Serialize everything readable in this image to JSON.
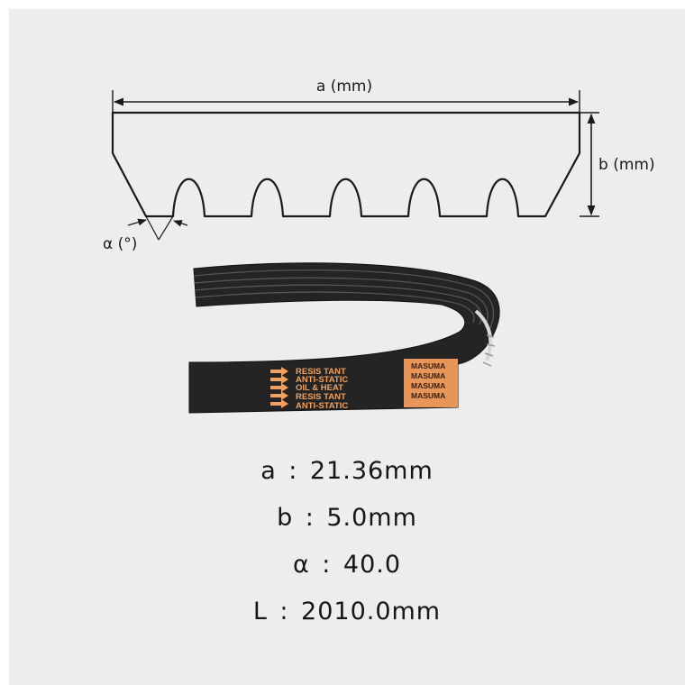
{
  "diagram": {
    "label_a": "a (mm)",
    "label_b": "b (mm)",
    "label_alpha": "α (°)",
    "rib_count": 5
  },
  "belt": {
    "print_lines": [
      "RESIS TANT",
      "ANTI-STATIC",
      "OIL & HEAT",
      "RESIS TANT",
      "ANTI-STATIC"
    ],
    "brand_lines": [
      "MASUMA",
      "MASUMA",
      "MASUMA",
      "MASUMA"
    ],
    "colors": {
      "rubber": "#222222",
      "print": "#f0a060",
      "label_bg": "#e8955a"
    }
  },
  "specs": [
    {
      "key": "a",
      "sep": ":",
      "value": "21.36mm"
    },
    {
      "key": "b",
      "sep": ":",
      "value": "5.0mm"
    },
    {
      "key": "α",
      "sep": ":",
      "value": "40.0"
    },
    {
      "key": "L",
      "sep": ":",
      "value": "2010.0mm"
    }
  ]
}
